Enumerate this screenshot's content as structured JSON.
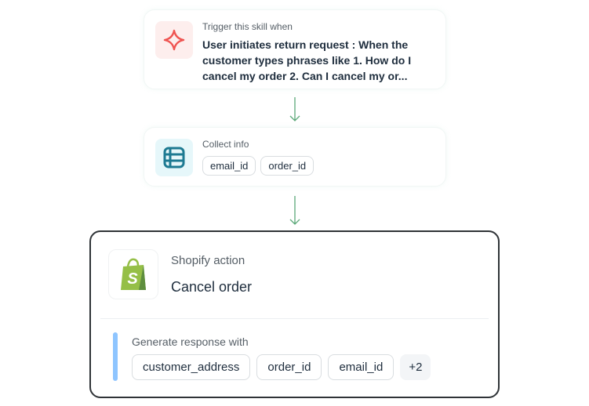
{
  "trigger": {
    "label": "Trigger this skill when",
    "text": "User initiates return request : When the customer types phrases like 1. How do I cancel my order 2. Can I cancel my or..."
  },
  "collect": {
    "label": "Collect info",
    "fields": [
      "email_id",
      "order_id"
    ]
  },
  "action": {
    "label": "Shopify action",
    "title": "Cancel order",
    "response_label": "Generate response with",
    "fields": [
      "customer_address",
      "order_id",
      "email_id"
    ],
    "more": "+2"
  },
  "colors": {
    "arrow": "#5aa878",
    "accent_bar": "#8ec5ff",
    "trigger_icon": "#ef5350",
    "collect_icon": "#1d7a92",
    "shopify": "#95bf47"
  }
}
